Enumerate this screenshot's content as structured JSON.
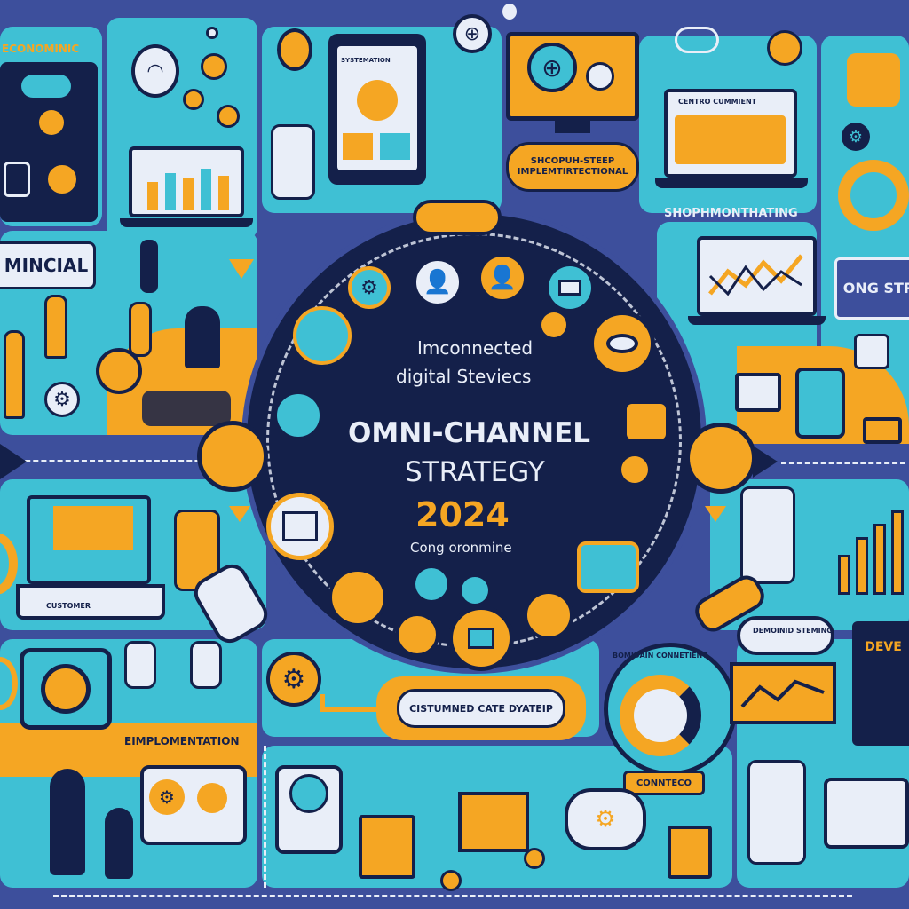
{
  "center": {
    "line1": "Imconnected",
    "line2": "digital Steviecs",
    "title1": "OMNI-CHANNEL",
    "title2": "STRATEGY",
    "year": "2024",
    "sub": "Cong oronmine"
  },
  "labels": {
    "top_left": "ECONOMINIC",
    "top_center_sign": "SHCOPUH-STEEP IMPLEMTIRTECTIONAL",
    "right_banner": "SHOPHMONTHATING",
    "left_banner": "MINCIAL",
    "right_side": "ONG STR",
    "implementation": "EIMPLOMENTATION",
    "customer_box": "CISTUMNED CATE DYATEIP",
    "bottom_right_tag": "CONNTECO",
    "bottom_left_screen": "CUSTOMER",
    "cloud_right": "DEMOINID STEMING",
    "dev": "DEVE",
    "shop_top": "SYSTEMATION",
    "laptop_top_right": "CENTRO CUMMIENT",
    "arc_bottom": "BOMIDAIN CONNETIENT"
  },
  "colors": {
    "bg": "#3d4f9c",
    "teal": "#3fc0d4",
    "orange": "#f5a623",
    "navy": "#14204a",
    "light": "#e9eef8"
  }
}
